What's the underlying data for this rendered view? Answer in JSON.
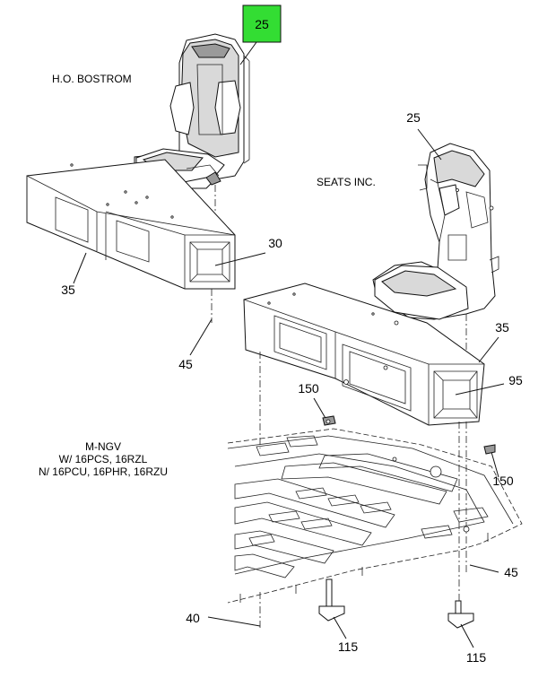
{
  "callouts": {
    "seat_ho": "25",
    "seat_si": "25",
    "box_left": "35",
    "box_right": "35",
    "opening_left": "30",
    "opening_right": "95",
    "stand_left": "45",
    "stand_right": "45",
    "bracket_top": "150",
    "bracket_right": "150",
    "floor": "40",
    "bolt_left": "115",
    "bolt_right": "115"
  },
  "captions": {
    "ho_bostrom": "H.O. BOSTROM",
    "seats_inc": "SEATS INC.",
    "mngv_line1": "M-NGV",
    "mngv_line2": "W/ 16PCS, 16RZL",
    "mngv_line3": "N/ 16PCU, 16PHR, 16RZU"
  },
  "colors": {
    "highlight": "#33dd33",
    "line": "#111111"
  }
}
